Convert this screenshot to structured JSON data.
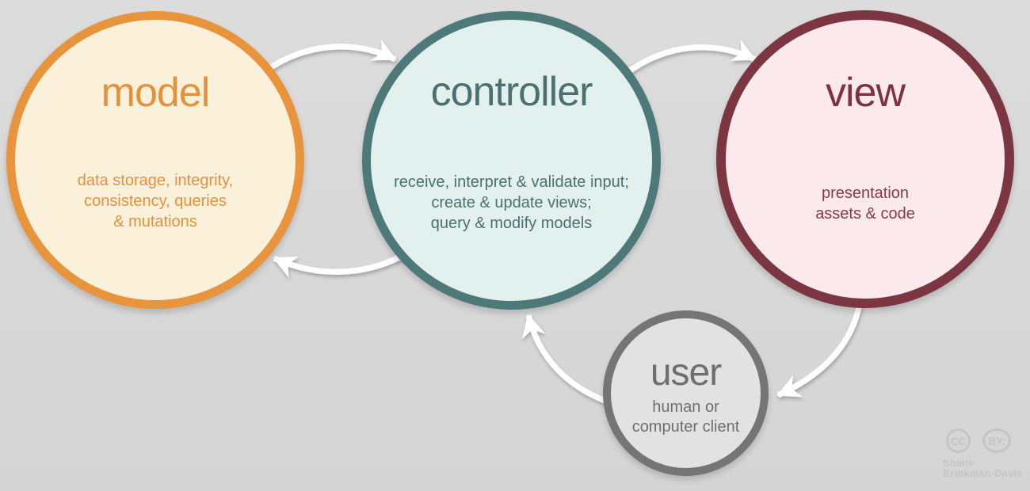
{
  "diagram": {
    "title": "model-view-controller flow diagram",
    "background_color": "#DADADA",
    "arrow_color": "#FFFFFF",
    "nodes": [
      {
        "id": "model",
        "label": "model",
        "description": "data storage, integrity,\nconsistency, queries\n& mutations",
        "border_color": "#E8943C",
        "fill_color": "#FBF1DB",
        "text_color": "#E5913B"
      },
      {
        "id": "controller",
        "label": "controller",
        "description": "receive, interpret & validate input;\ncreate & update views;\nquery & modify models",
        "border_color": "#4E7979",
        "fill_color": "#E3F1EE",
        "text_color": "#4A7070"
      },
      {
        "id": "view",
        "label": "view",
        "description": "presentation\nassets & code",
        "border_color": "#7B3642",
        "fill_color": "#FBE9EB",
        "text_color": "#7E3240"
      },
      {
        "id": "user",
        "label": "user",
        "description": "human or\ncomputer client",
        "border_color": "#757575",
        "fill_color": "#E2E2E2",
        "text_color": "#6E6E6E"
      }
    ],
    "edges": [
      {
        "from": "model",
        "to": "controller"
      },
      {
        "from": "controller",
        "to": "view"
      },
      {
        "from": "view",
        "to": "user"
      },
      {
        "from": "user",
        "to": "controller"
      },
      {
        "from": "controller",
        "to": "model"
      }
    ]
  },
  "attribution": {
    "badge_cc": "CC",
    "badge_by": "BY:",
    "author_line1": "Shane",
    "author_line2": "Brinkman-Davis"
  }
}
